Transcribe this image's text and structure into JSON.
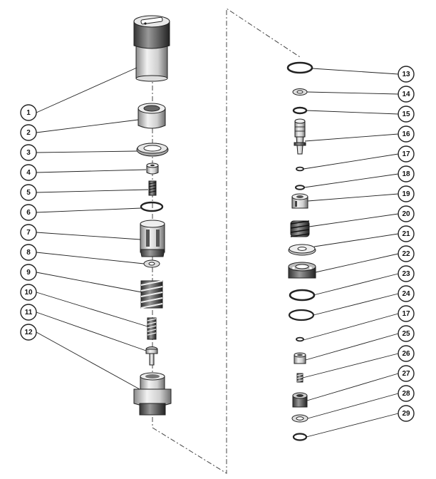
{
  "callouts": [
    {
      "label": "1"
    },
    {
      "label": "2"
    },
    {
      "label": "3"
    },
    {
      "label": "4"
    },
    {
      "label": "5"
    },
    {
      "label": "6"
    },
    {
      "label": "7"
    },
    {
      "label": "8"
    },
    {
      "label": "9"
    },
    {
      "label": "10"
    },
    {
      "label": "11"
    },
    {
      "label": "12"
    },
    {
      "label": "13"
    },
    {
      "label": "14"
    },
    {
      "label": "15"
    },
    {
      "label": "16"
    },
    {
      "label": "17"
    },
    {
      "label": "18"
    },
    {
      "label": "19"
    },
    {
      "label": "20"
    },
    {
      "label": "21"
    },
    {
      "label": "22"
    },
    {
      "label": "23"
    },
    {
      "label": "24"
    },
    {
      "label": "17"
    },
    {
      "label": "25"
    },
    {
      "label": "26"
    },
    {
      "label": "27"
    },
    {
      "label": "28"
    },
    {
      "label": "29"
    }
  ],
  "colors": {
    "line": "#222222",
    "part_fill": "#ffffff",
    "part_shade": "#bdbdbd",
    "part_dark": "#555555"
  }
}
